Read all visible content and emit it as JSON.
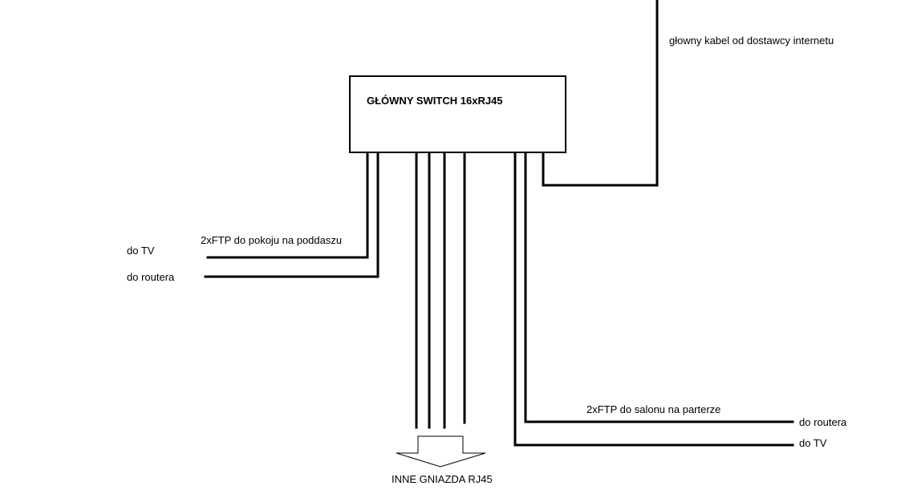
{
  "switch": {
    "title": "GŁÓWNY SWITCH 16xRJ45"
  },
  "labels": {
    "isp_cable": "głowny kabel od dostawcy internetu",
    "attic_cable": "2xFTP do pokoju na poddaszu",
    "attic_tv": "do TV",
    "attic_router": "do routera",
    "living_cable": "2xFTP do salonu na parterze",
    "living_router": "do routera",
    "living_tv": "do TV",
    "other_sockets": "INNE GNIAZDA RJ45"
  },
  "colors": {
    "line": "#000000",
    "background": "#ffffff"
  }
}
